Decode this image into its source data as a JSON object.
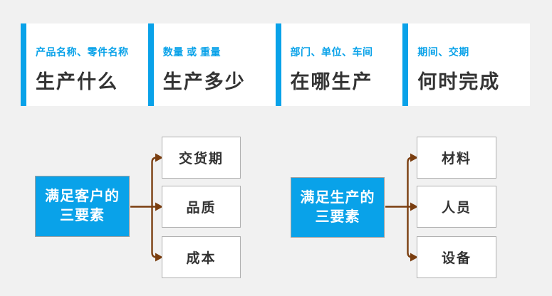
{
  "banner": {
    "cards": [
      {
        "subtitle": "产品名称、零件名称",
        "title": "生产什么"
      },
      {
        "subtitle": "数量 或 重量",
        "title": "生产多少"
      },
      {
        "subtitle": "部门、单位、车间",
        "title": "在哪生产"
      },
      {
        "subtitle": "期间、交期",
        "title": "何时完成"
      }
    ]
  },
  "flows": [
    {
      "source": {
        "line1": "满足客户的",
        "line2": "三要素"
      },
      "targets": [
        "交货期",
        "品质",
        "成本"
      ]
    },
    {
      "source": {
        "line1": "满足生产的",
        "line2": "三要素"
      },
      "targets": [
        "材料",
        "人员",
        "设备"
      ]
    }
  ],
  "colors": {
    "accent_blue": "#09A2E9",
    "arrow_brown": "#7A3E10",
    "heading_dark": "#333333",
    "card_background": "#FFFFFF",
    "page_background": "#F1F1F1",
    "target_border": "#B0B0B0"
  }
}
